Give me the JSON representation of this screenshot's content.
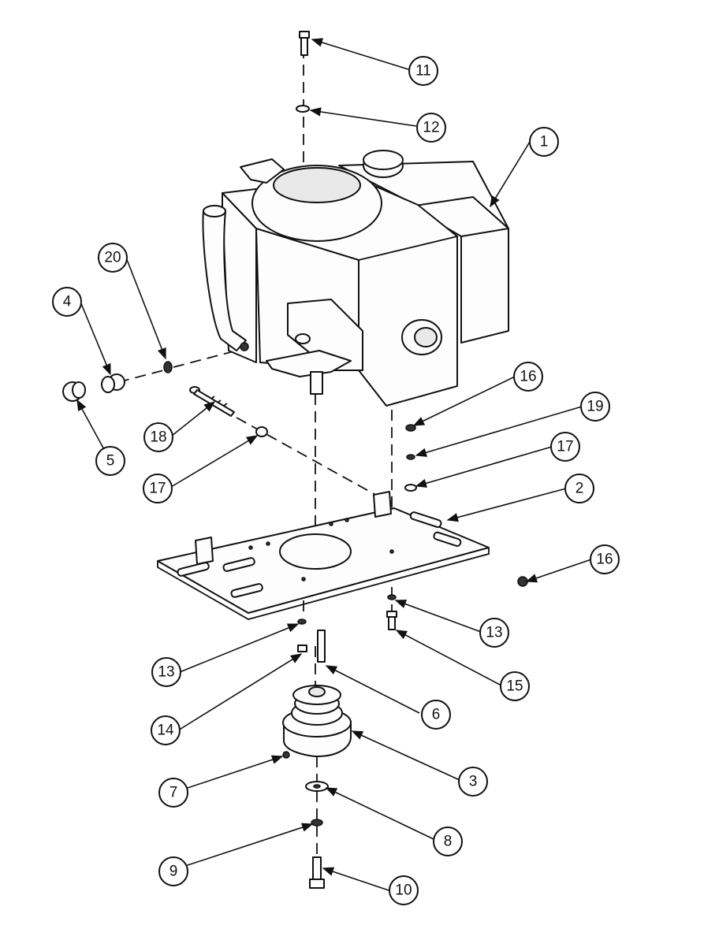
{
  "callouts": [
    {
      "label": "1"
    },
    {
      "label": "2"
    },
    {
      "label": "3"
    },
    {
      "label": "4"
    },
    {
      "label": "5"
    },
    {
      "label": "6"
    },
    {
      "label": "7"
    },
    {
      "label": "8"
    },
    {
      "label": "9"
    },
    {
      "label": "10"
    },
    {
      "label": "11"
    },
    {
      "label": "12"
    },
    {
      "label": "13"
    },
    {
      "label": "13"
    },
    {
      "label": "14"
    },
    {
      "label": "15"
    },
    {
      "label": "16"
    },
    {
      "label": "16"
    },
    {
      "label": "17"
    },
    {
      "label": "17"
    },
    {
      "label": "18"
    },
    {
      "label": "19"
    },
    {
      "label": "20"
    }
  ]
}
